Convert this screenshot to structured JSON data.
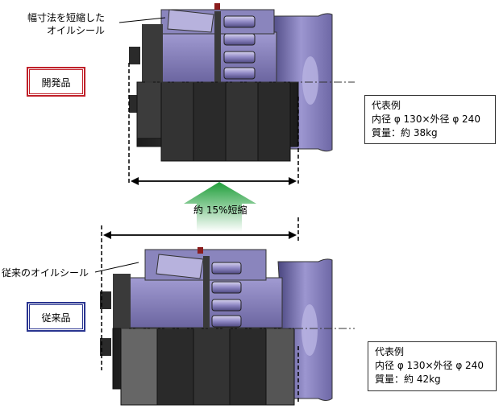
{
  "annotations": {
    "new_seal": [
      "幅寸法を短縮した",
      "オイルシール"
    ],
    "conventional_seal": "従来のオイルシール",
    "reduction": "約 15%短縮"
  },
  "labels": {
    "developed": "開発品",
    "conventional": "従来品"
  },
  "spec_developed": {
    "line1": "代表例",
    "line2": "内径 φ 130×外径 φ 240",
    "line3": "質量：約 38kg"
  },
  "spec_conventional": {
    "line1": "代表例",
    "line2": "内径 φ 130×外径 φ 240",
    "line3": "質量：約 42kg"
  },
  "colors": {
    "housing": "#8c86c0",
    "housing_dark": "#5a5588",
    "flange": "#7d78b4",
    "roller": "#9a93cc",
    "rubber": "#2e2e2e",
    "arrow_green": "#43b04a",
    "developed_border": "#c0212a",
    "conventional_border": "#2a3590"
  }
}
